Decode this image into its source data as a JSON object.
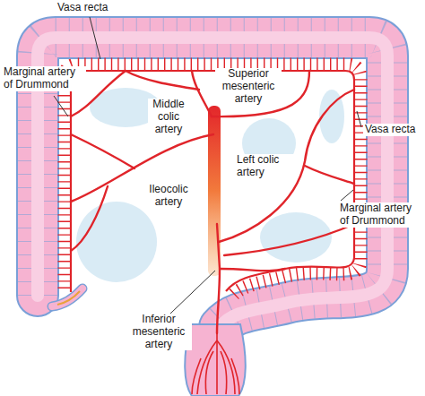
{
  "diagram": {
    "labels": [
      "Vasa recta",
      "Marginal artery of Drummond",
      "Superior mesenteric artery",
      "Middle colic artery",
      "Vasa recta",
      "Left colic artery",
      "Ileocolic artery",
      "Marginal artery of Drummond",
      "Inferior mesenteric artery"
    ]
  }
}
